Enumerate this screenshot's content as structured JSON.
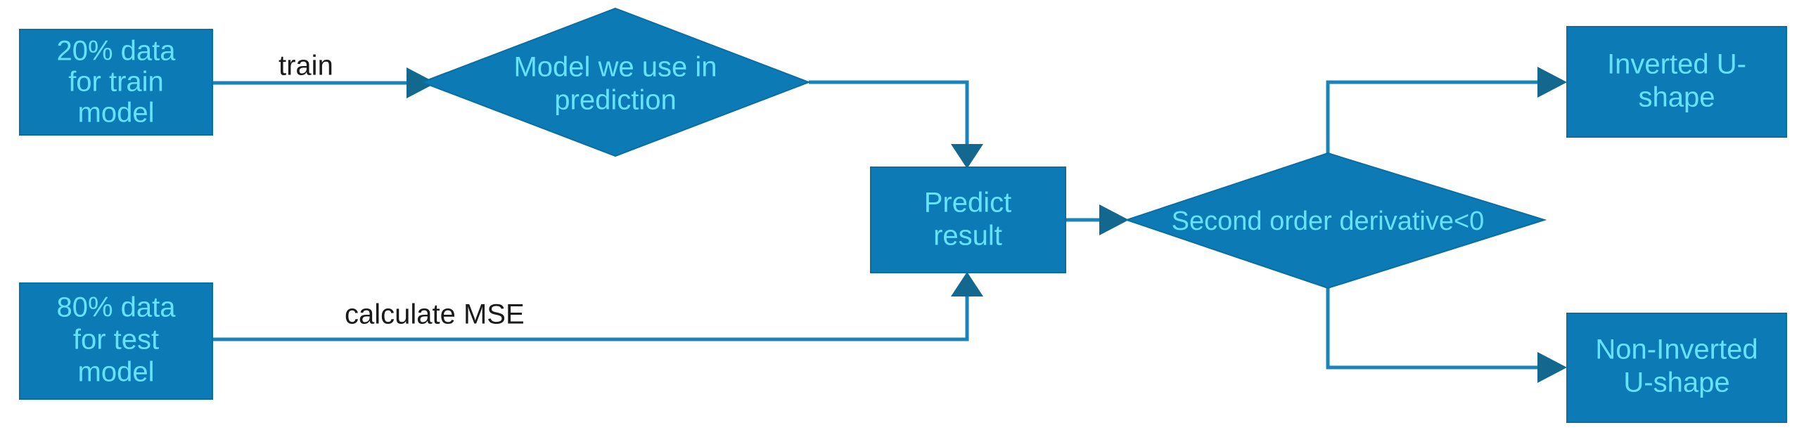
{
  "diagram": {
    "title": "Model prediction and U-shape classification flowchart",
    "colors": {
      "shape_fill": "#0c7ab5",
      "shape_stroke": "#0b6ea3",
      "connector": "#1a83b8",
      "node_text": "#66e2ff",
      "edge_label_text": "#1a1a1a",
      "background": "#ffffff"
    },
    "nodes": [
      {
        "id": "train-data",
        "shape": "rectangle",
        "lines": [
          "20% data",
          "for train",
          "model"
        ]
      },
      {
        "id": "model-decision",
        "shape": "diamond",
        "lines": [
          "Model we use in",
          "prediction"
        ]
      },
      {
        "id": "test-data",
        "shape": "rectangle",
        "lines": [
          "80% data",
          "for test",
          "model"
        ]
      },
      {
        "id": "predict-result",
        "shape": "rectangle",
        "lines": [
          "Predict",
          "result"
        ]
      },
      {
        "id": "second-derivative-decision",
        "shape": "diamond",
        "lines": [
          "Second order derivative<0"
        ]
      },
      {
        "id": "inverted-u",
        "shape": "rectangle",
        "lines": [
          "Inverted U-",
          "shape"
        ]
      },
      {
        "id": "non-inverted-u",
        "shape": "rectangle",
        "lines": [
          "Non-Inverted",
          "U-shape"
        ]
      }
    ],
    "edges": [
      {
        "id": "train-edge",
        "from": "train-data",
        "to": "model-decision",
        "label": "train"
      },
      {
        "id": "model-to-predict",
        "from": "model-decision",
        "to": "predict-result",
        "label": ""
      },
      {
        "id": "mse-edge",
        "from": "test-data",
        "to": "predict-result",
        "label": "calculate MSE"
      },
      {
        "id": "predict-to-decision",
        "from": "predict-result",
        "to": "second-derivative-decision",
        "label": ""
      },
      {
        "id": "decision-to-inverted",
        "from": "second-derivative-decision",
        "to": "inverted-u",
        "label": ""
      },
      {
        "id": "decision-to-non-inverted",
        "from": "second-derivative-decision",
        "to": "non-inverted-u",
        "label": ""
      }
    ]
  }
}
